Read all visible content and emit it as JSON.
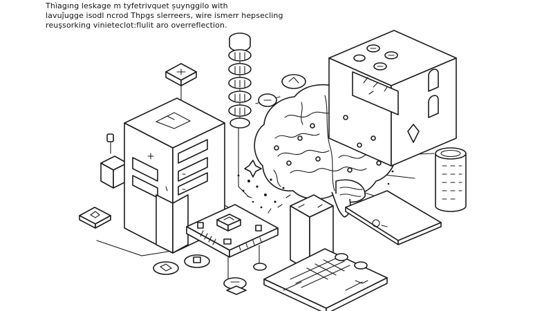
{
  "caption": {
    "lines": [
      "Thìaǥıng leskage m tyfetrivquet șuynggilo with",
      "lavuĵugge isodl ncrod Thpgs slerreers, wire ismerr hepsecling",
      "reuşsorking vinieteclot:flulit aro overreflection."
    ]
  },
  "icons": {
    "brain": "brain-icon",
    "server": "server-tower-icon",
    "chip": "circuit-board-icon",
    "stack": "disc-stack-icon",
    "panel": "control-panel-icon",
    "cabinet": "cabinet-icon",
    "cylinder": "storage-cylinder-icon"
  },
  "colors": {
    "ink": "#1a1a1a",
    "paper": "#ffffff",
    "shade": "#f3f3f3"
  }
}
